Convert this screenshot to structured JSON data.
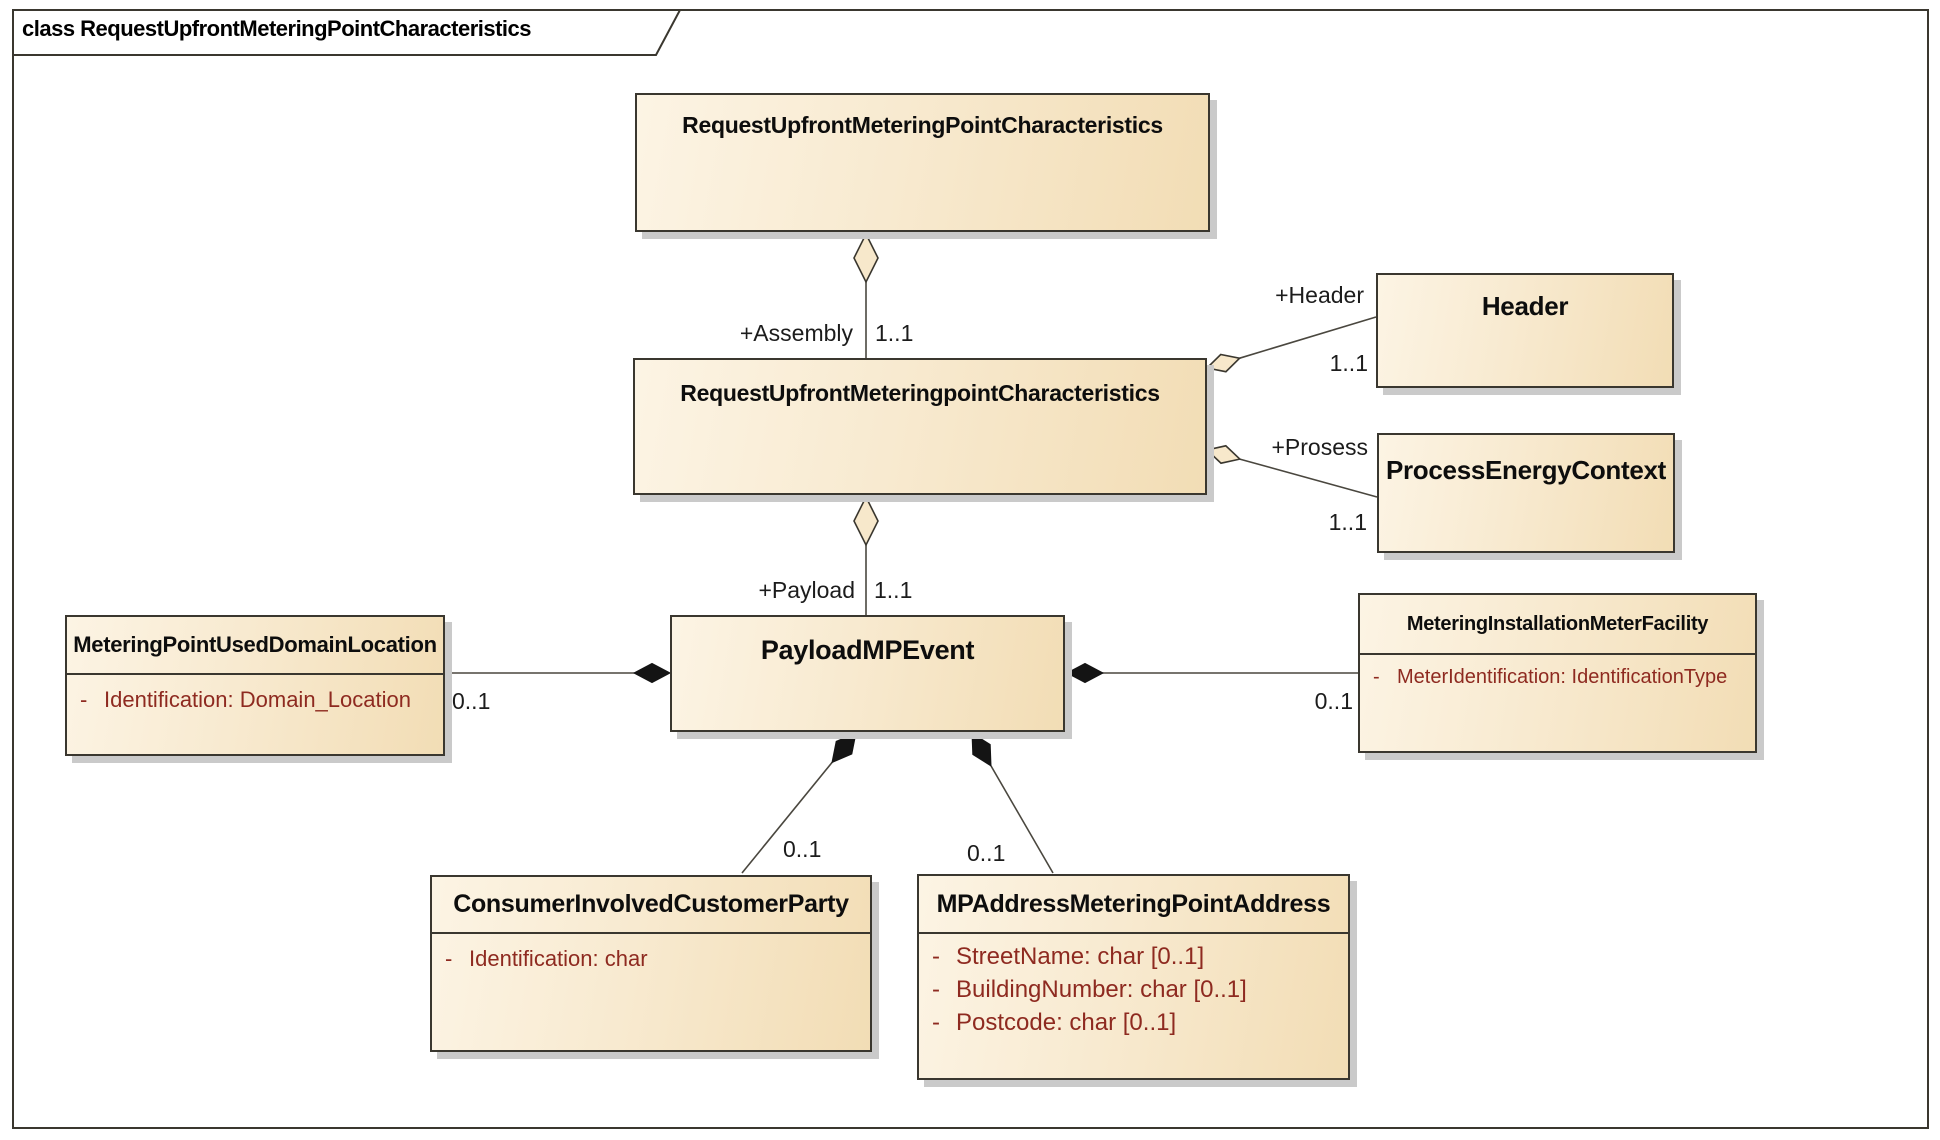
{
  "diagram": {
    "tab_title": "class RequestUpfrontMeteringPointCharacteristics"
  },
  "classes": {
    "top": {
      "name": "RequestUpfrontMeteringPointCharacteristics"
    },
    "mid": {
      "name": "RequestUpfrontMeteringpointCharacteristics"
    },
    "header": {
      "name": "Header"
    },
    "pec": {
      "name": "ProcessEnergyContext"
    },
    "payload": {
      "name": "PayloadMPEvent"
    },
    "mpudl": {
      "name": "MeteringPointUsedDomainLocation",
      "attributes": [
        {
          "vis": "-",
          "text": "Identification: Domain_Location"
        }
      ]
    },
    "mimf": {
      "name": "MeteringInstallationMeterFacility",
      "attributes": [
        {
          "vis": "-",
          "text": "MeterIdentification: IdentificationType"
        }
      ]
    },
    "cicp": {
      "name": "ConsumerInvolvedCustomerParty",
      "attributes": [
        {
          "vis": "-",
          "text": "Identification: char"
        }
      ]
    },
    "mpampa": {
      "name": "MPAddressMeteringPointAddress",
      "attributes": [
        {
          "vis": "-",
          "text": "StreetName: char [0..1]"
        },
        {
          "vis": "-",
          "text": "BuildingNumber: char [0..1]"
        },
        {
          "vis": "-",
          "text": "Postcode: char [0..1]"
        }
      ]
    }
  },
  "connectors": {
    "assembly": {
      "role": "+Assembly",
      "multiplicity": "1..1",
      "type": "aggregation"
    },
    "payload": {
      "role": "+Payload",
      "multiplicity": "1..1",
      "type": "aggregation"
    },
    "header": {
      "role": "+Header",
      "multiplicity": "1..1",
      "type": "aggregation"
    },
    "prosess": {
      "role": "+Prosess",
      "multiplicity": "1..1",
      "type": "aggregation"
    },
    "domain_location": {
      "multiplicity": "0..1",
      "type": "composition"
    },
    "meter_facility": {
      "multiplicity": "0..1",
      "type": "composition"
    },
    "customer_party": {
      "multiplicity": "0..1",
      "type": "composition"
    },
    "address": {
      "multiplicity": "0..1",
      "type": "composition"
    }
  },
  "colors": {
    "box_gradient_start": "#FCF4E4",
    "box_gradient_end": "#F2DDB5",
    "box_border": "#3A372F",
    "attribute_text": "#8E2A20",
    "connector_line": "#4A473F",
    "shadow": "#CACACA",
    "background": "#FFFFFF"
  }
}
